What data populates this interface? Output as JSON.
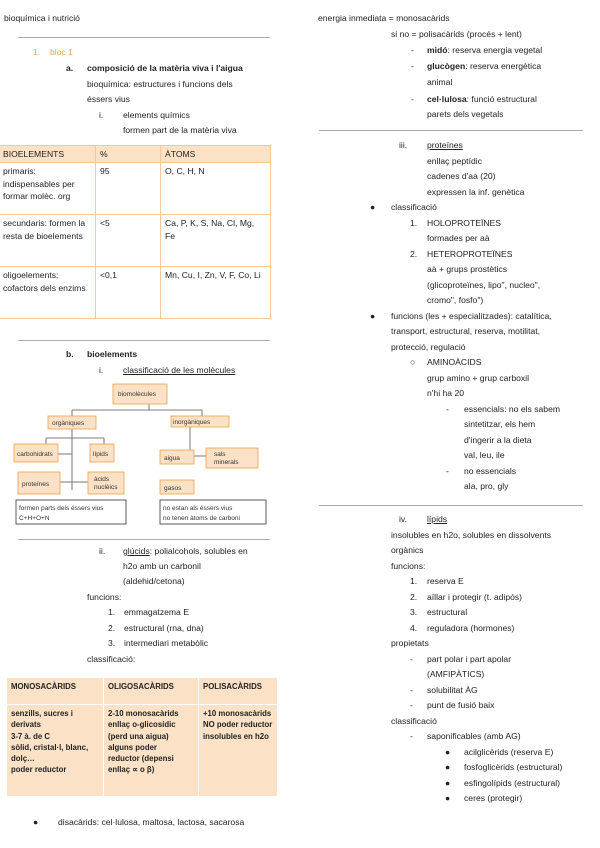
{
  "left": {
    "title": "bioquímica i nutrició",
    "bloc": {
      "num": "1.",
      "label": "bloc 1"
    },
    "section_a": {
      "letter": "a.",
      "title": "composició de la matèria viva i l'aigua",
      "lines": [
        "bioquímica: estructures i funcions dels",
        "éssers vius"
      ]
    },
    "elements": {
      "num": "i.",
      "title": "elements químics",
      "sub": "formen part de la matèria viva"
    },
    "bio_table": {
      "headers": [
        "BIOELEMENTS",
        "%",
        "ÀTOMS"
      ],
      "rows": [
        [
          "primaris: indispensables per formar molèc. org",
          "95",
          "O, C, H, N"
        ],
        [
          "secundaris: formen la resta de bioelements",
          "<5",
          "Ca, P, K, S, Na, Cl, Mg, Fe"
        ],
        [
          "oligoelements: cofactors dels enzims",
          "<0,1",
          "Mn, Cu, I, Zn, V, F, Co, Li"
        ]
      ]
    },
    "section_b": {
      "letter": "b.",
      "title": "bioelements"
    },
    "classif": {
      "num": "i.",
      "title": "classificació de les molècules"
    },
    "diagram": {
      "root": "biomolècules",
      "organic": "orgàniques",
      "inorganic": "inorgàniques",
      "carbs": "carbohidrats",
      "lipids": "lípids",
      "proteins": "proteïnes",
      "acids": [
        "àcids",
        "nuclèics"
      ],
      "water": "aigua",
      "salts": [
        "sals",
        "minerals"
      ],
      "gases": "gasos",
      "note_left": [
        "formen parts dels éssers vius",
        "C+H+O+N"
      ],
      "note_right": [
        "no estan als éssers vius",
        "no tenen àtoms de carboni"
      ]
    },
    "glucids": {
      "num": "ii.",
      "title": "glúcids",
      "rest": ": polialcohols, solubles en",
      "lines": [
        "h2o amb un carbonil",
        "(aldehid/cetona)"
      ]
    },
    "funcions_label": "funcions:",
    "funcions": [
      {
        "n": "1.",
        "t": "emmagatzema E"
      },
      {
        "n": "2.",
        "t": "estructural (rna, dna)"
      },
      {
        "n": "3.",
        "t": "intermediari metabòlic"
      }
    ],
    "classificacio_label": "classificació:",
    "sugar_table": {
      "headers": [
        "MONOSACÀRIDS",
        "OLIGOSACÀRIDS",
        "POLISACÀRIDS"
      ],
      "cells": [
        [
          "senzills, sucres i",
          "derivats",
          "3-7 à. de C",
          "sòlid, cristal·l, blanc,",
          "dolç…",
          "poder reductor"
        ],
        [
          "2-10 monosacàrids",
          "enllaç o-glicosídic",
          "(perd una aigua)",
          "alguns poder",
          "reductor (depensi",
          "enllaç ∝ o β)"
        ],
        [
          "+10 monosacàrids",
          "NO poder reductor",
          "insolubles en h2o"
        ]
      ]
    },
    "disacarids": "disacàrids: cel·lulosa, maltosa, lactosa, sacarosa"
  },
  "right": {
    "energia": "energia inmediata = monosacàrids",
    "si_no": "si no = polisacàrids (procés + lent)",
    "poly": [
      {
        "name": "midó",
        "rest": ": reserva energia vegetal"
      },
      {
        "name": "glucògen",
        "rest": ": reserva energètica",
        "cont": "animal"
      },
      {
        "name": "cel·lulosa",
        "rest": ": funció estructural",
        "cont": "parets dels vegetals"
      }
    ],
    "proteines": {
      "num": "iii.",
      "title": "proteïnes",
      "lines": [
        "enllaç peptídic",
        "cadenes d'aa (20)",
        "expressen la inf. genètica"
      ]
    },
    "classificacio": "classificació",
    "prot_types": [
      {
        "n": "1.",
        "t": "HOLOPROTEÏNES",
        "sub": "formades per aà"
      },
      {
        "n": "2.",
        "t": "HETEROPROTEÏNES",
        "sub": "aà + grups prostètics"
      }
    ],
    "prot_extra": [
      "(glicoproteïnes, lipo\", nucleo\",",
      "cromo\", fosfo\")"
    ],
    "funcions_lines": [
      "funcions (les + especialitzades): catalítica,",
      "transport, estructural, reserva, motilitat,",
      "protecció, regulació"
    ],
    "aminoacids": {
      "title": "AMINOÀCIDS",
      "lines": [
        "grup amino + grup carboxil",
        "n'hi ha 20"
      ]
    },
    "essencials": [
      "essencials: no els sabem",
      "sintetitzar, els hem",
      "d'ingerir a la dieta",
      "val, leu, ile"
    ],
    "no_essencials": [
      "no essencials",
      "ala, pro, gly"
    ],
    "lipids": {
      "num": "iv.",
      "title": "lípids",
      "lines": [
        "insolubles en h2o, solubles en dissolvents",
        "orgànics"
      ]
    },
    "lip_funcions_label": "funcions:",
    "lip_funcions": [
      {
        "n": "1.",
        "t": "reserva E"
      },
      {
        "n": "2.",
        "t": "aïllar i protegir (t. adipós)"
      },
      {
        "n": "3.",
        "t": "estructural"
      },
      {
        "n": "4.",
        "t": "reguladora (hormones)"
      }
    ],
    "propietats_label": "propietats",
    "propietats": [
      [
        "part polar i part apolar",
        "(AMFIPÀTICS)"
      ],
      [
        "solubilitat ÀG"
      ],
      [
        "punt de fusió baix"
      ]
    ],
    "lip_classif_label": "classificació",
    "saponif": "saponificables (amb AG)",
    "saponif_items": [
      "acilglicèrids (reserva E)",
      "fosfoglicèrids (estructural)",
      "esfingolípids (estructural)",
      "ceres (protegir)"
    ]
  }
}
